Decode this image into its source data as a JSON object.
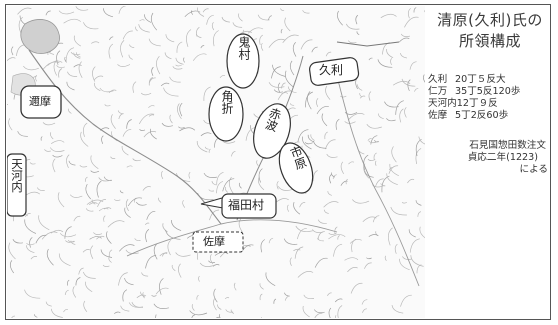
{
  "title_line1": "清原(久利)氏の",
  "title_line2": "所領構成",
  "holdings": [
    {
      "place": "久利",
      "area": "20丁５反大"
    },
    {
      "place": "仁万",
      "area": "35丁5反120歩"
    },
    {
      "place": "天河内",
      "area": "12丁９反"
    },
    {
      "place": "佐摩",
      "area": "5丁2反60歩"
    }
  ],
  "source_line1": "石見国惣田数注文",
  "source_line2": "貞応二年(1223)",
  "source_line3": "による",
  "map_labels": {
    "onimura": "鬼村",
    "kuri": "久利",
    "yuma": "邇摩",
    "tsunoori": "角折",
    "akanami": "赤波",
    "ichihara": "市原",
    "amagouchi": "天河内",
    "fukudamura": "福田村",
    "sama": "佐摩"
  },
  "colors": {
    "border": "#555555",
    "terrain": "#b8b8b8",
    "text": "#333333"
  }
}
